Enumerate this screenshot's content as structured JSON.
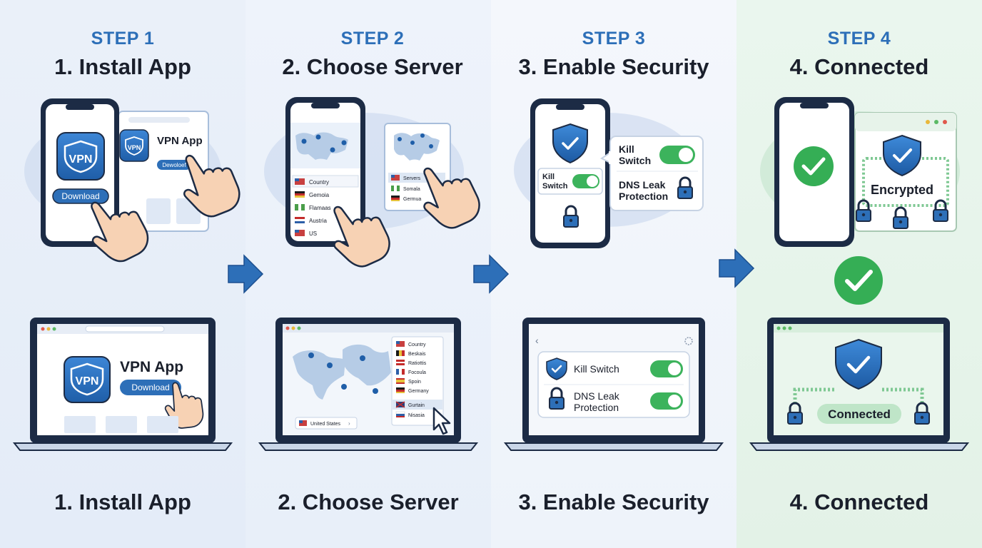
{
  "steps": [
    {
      "label": "STEP 1",
      "title": "1. Install App",
      "bottom": "1. Install App"
    },
    {
      "label": "STEP 2",
      "title": "2. Choose Server",
      "bottom": "2. Choose Server"
    },
    {
      "label": "STEP 3",
      "title": "3. Enable Security",
      "bottom": "3. Enable Security"
    },
    {
      "label": "STEP 4",
      "title": "4. Connected",
      "bottom": "4. Connected"
    }
  ],
  "install": {
    "badge": "VPN",
    "download_btn": "Download",
    "app_name": "VPN App",
    "popup_btn": "Dewoloef",
    "laptop_btn": "Download"
  },
  "servers": {
    "phone_list": [
      "Country",
      "Gemoia",
      "Flamaas",
      "Austria",
      "US"
    ],
    "popup_list": [
      "Servers",
      "Somala",
      "Germua"
    ],
    "laptop_list": [
      "Country",
      "Beskais",
      "Ratiottis",
      "Focoula",
      "Spoin",
      "Germany",
      "Gurtain",
      "Nisasia"
    ],
    "laptop_selected": "United States"
  },
  "security": {
    "kill_switch": "Kill Switch",
    "kill_line1": "Kill",
    "kill_line2": "Switch",
    "dns_line1": "DNS Leak",
    "dns_line2": "Protection"
  },
  "connected": {
    "encrypted": "Encrypted",
    "status": "Connected"
  },
  "colors": {
    "brand_blue": "#2d6fb8",
    "dark_navy": "#1c2b45",
    "toggle_green": "#3cb35c",
    "check_green": "#35ae55"
  }
}
